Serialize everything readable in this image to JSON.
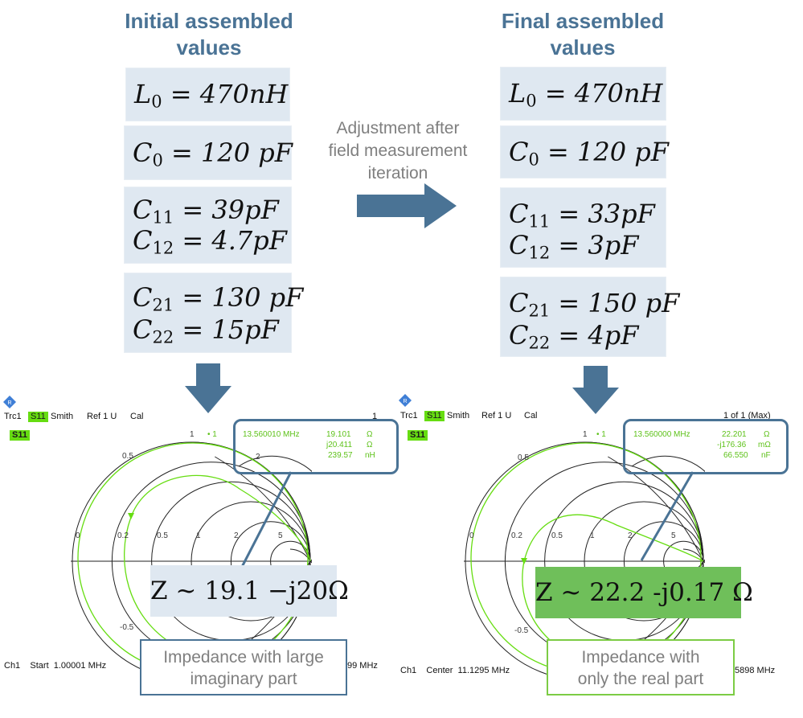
{
  "left": {
    "title_line1": "Initial assembled",
    "title_line2": "values",
    "values": {
      "L0": "470nH",
      "C0": "120 pF",
      "C11": "39pF",
      "C12": "4.7pF",
      "C21": "130 pF",
      "C22": "15pF"
    },
    "smith": {
      "trace": "Trc1",
      "param": "S11",
      "format": "Smith",
      "ref": "Ref 1 U",
      "cal": "Cal",
      "right_label": "1",
      "marker_id": "• 1",
      "freq": "13.560010  MHz",
      "r_val": "19.101",
      "r_unit": "Ω",
      "x_val": "j20.411",
      "x_unit": "Ω",
      "l_val": "239.57",
      "l_unit": "nH",
      "bottom_left": "Ch1    Start  1.00001 MHz",
      "bottom_right": "99 MHz"
    },
    "z": "Z ~ 19.1 −j20Ω",
    "impedance_line1": "Impedance with large",
    "impedance_line2": "imaginary part"
  },
  "middle": {
    "line1": "Adjustment after",
    "line2": "field measurement",
    "line3": "iteration"
  },
  "right": {
    "title_line1": "Final assembled",
    "title_line2": "values",
    "values": {
      "L0": "470nH",
      "C0": "120 pF",
      "C11": "33pF",
      "C12": "3pF",
      "C21": "150 pF",
      "C22": "4pF"
    },
    "smith": {
      "trace": "Trc1",
      "param": "S11",
      "format": "Smith",
      "ref": "Ref 1 U",
      "cal": "Cal",
      "right_label": "1 of 1 (Max)",
      "marker_id": "• 1",
      "freq": "13.560000  MHz",
      "r_val": "22.201",
      "r_unit": "Ω",
      "x_val": "-j176.36",
      "x_unit": "mΩ",
      "c_val": "66.550",
      "c_unit": "nF",
      "bottom_left": "Ch1    Center  11.1295 MHz",
      "bottom_right": "5898 MHz"
    },
    "z": "Z ~ 22.2 -j0.17 Ω",
    "impedance_line1": "Impedance with",
    "impedance_line2": "only the real part"
  },
  "smith_marks": {
    "r0": "0",
    "r02": "0.2",
    "r05": "0.5",
    "r1": "1",
    "r2": "2",
    "r5": "5",
    "x05": "0.5",
    "x1": "1",
    "x2": "2",
    "xm05": "-0.5"
  },
  "colors": {
    "title": "#4a7395",
    "value_box": "#dfe8f1",
    "arrow": "#4a7395",
    "trace": "#66dd11",
    "z_final_box": "#6fbf5a",
    "impedance_border_left": "#4a7395",
    "impedance_border_right": "#7ccc44"
  }
}
